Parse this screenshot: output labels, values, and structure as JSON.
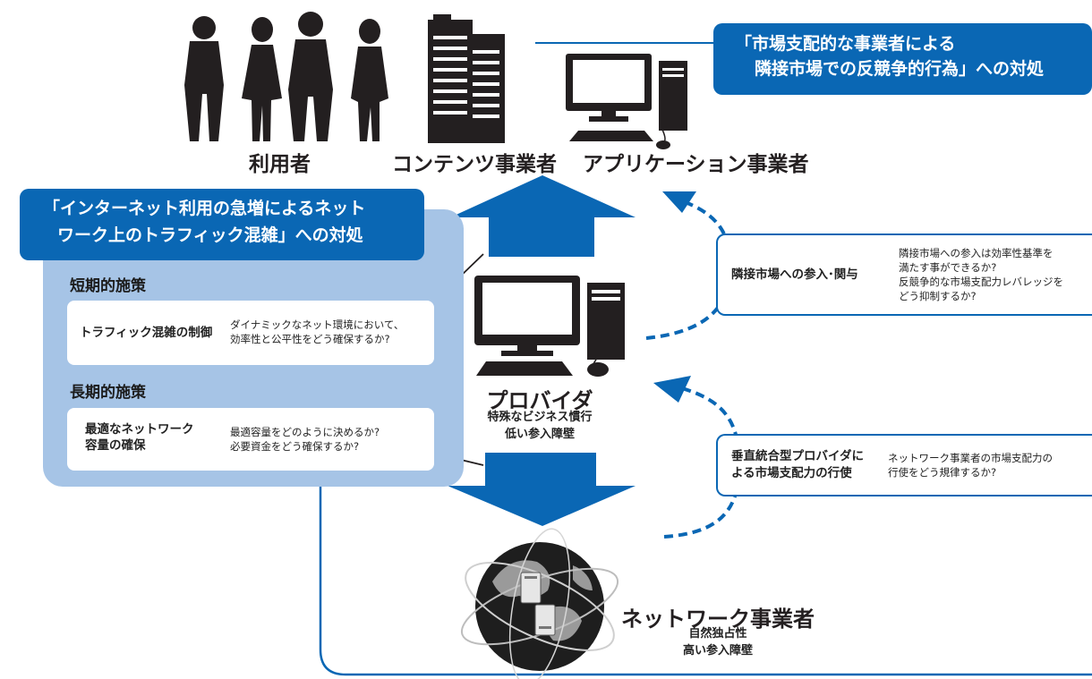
{
  "callout_top_right": {
    "lines": [
      "「市場支配的な事業者による",
      "隣接市場での反競争的行為」への対処"
    ]
  },
  "callout_left": {
    "lines": [
      "「インターネット利用の急増によるネット",
      "ワーク上のトラフィック混雑」への対処"
    ]
  },
  "actors": {
    "users": "利用者",
    "content": "コンテンツ事業者",
    "application": "アプリケーション事業者"
  },
  "short_term": {
    "heading": "短期的施策",
    "title": "トラフィック混雑の制御",
    "desc": [
      "ダイナミックなネット環境において、",
      "効率性と公平性をどう確保するか?"
    ]
  },
  "long_term": {
    "heading": "長期的施策",
    "title": [
      "最適なネットワーク",
      "容量の確保"
    ],
    "desc": [
      "最適容量をどのように決めるか?",
      "必要資金をどう確保するか?"
    ]
  },
  "provider": {
    "name": "プロバイダ",
    "sub": [
      "特殊なビジネス慣行",
      "低い参入障壁"
    ]
  },
  "network": {
    "name": "ネットワーク事業者",
    "sub": [
      "自然独占性",
      "高い参入障壁"
    ]
  },
  "adjacent": {
    "title": "隣接市場への参入･関与",
    "desc": [
      "隣接市場への参入は効率性基準を",
      "満たす事ができるか?",
      "反競争的な市場支配力レバレッジを",
      "どう抑制するか?"
    ]
  },
  "vertical": {
    "title": [
      "垂直統合型プロバイダに",
      "よる市場支配力の行使"
    ],
    "desc": [
      "ネットワーク事業者の市場支配力の",
      "行使をどう規律するか?"
    ]
  },
  "colors": {
    "brand_blue": "#0a67b4",
    "panel_blue": "#a6c4e6",
    "dark": "#231f20"
  }
}
